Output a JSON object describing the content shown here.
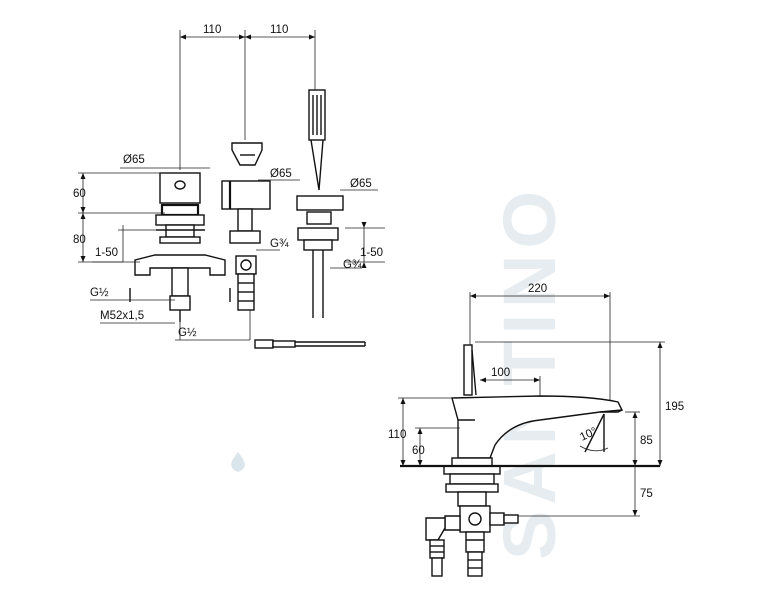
{
  "watermark": "SANTINO",
  "dimensions": {
    "top_left_spacing": "110",
    "top_right_spacing": "110",
    "dia_handle": "Ø65",
    "dia_spout_base": "Ø65",
    "dia_shower_base": "Ø65",
    "height_handle": "60",
    "height_under_deck": "80",
    "deck_range_left": "1-50",
    "deck_range_right": "1-50",
    "thread_center": "G¾",
    "thread_right": "G¾",
    "thread_left_upper": "G½",
    "thread_mount": "M52x1,5",
    "thread_left_lower": "G½",
    "spout_length": "220",
    "spout_reach": "100",
    "total_height": "195",
    "spout_body_height": "110",
    "outlet_height": "60",
    "outlet_angle": "10°",
    "outlet_clearance": "85",
    "under_deck_depth": "75"
  }
}
